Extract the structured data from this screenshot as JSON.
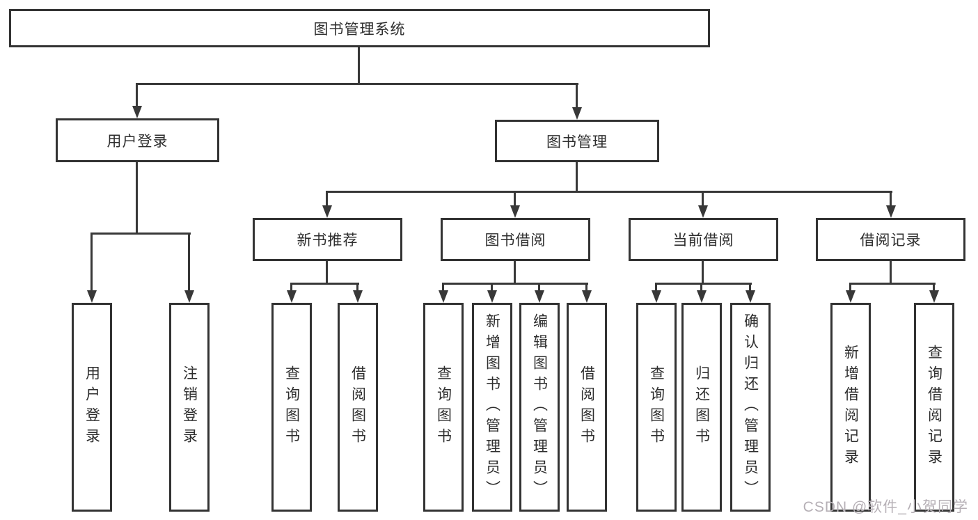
{
  "diagram": {
    "type": "hierarchy-tree",
    "root": {
      "label": "图书管理系统",
      "children": [
        {
          "label": "用户登录",
          "children": [
            {
              "label": "用户登录"
            },
            {
              "label": "注销登录"
            }
          ]
        },
        {
          "label": "图书管理",
          "children": [
            {
              "label": "新书推荐",
              "children": [
                {
                  "label": "查询图书"
                },
                {
                  "label": "借阅图书"
                }
              ]
            },
            {
              "label": "图书借阅",
              "children": [
                {
                  "label": "查询图书"
                },
                {
                  "label": "新增图书（管理员）"
                },
                {
                  "label": "编辑图书（管理员）"
                },
                {
                  "label": "借阅图书"
                }
              ]
            },
            {
              "label": "当前借阅",
              "children": [
                {
                  "label": "查询图书"
                },
                {
                  "label": "归还图书"
                },
                {
                  "label": "确认归还（管理员）"
                }
              ]
            },
            {
              "label": "借阅记录",
              "children": [
                {
                  "label": "新增借阅记录"
                },
                {
                  "label": "查询借阅记录"
                }
              ]
            }
          ]
        }
      ]
    }
  },
  "watermark": {
    "text": "CSDN @软件_小贺同学"
  },
  "colors": {
    "line": "#383838",
    "box_border": "#333333",
    "box_fill": "#ffffff",
    "text": "#2e2e2e",
    "watermark": "#b6b0b6",
    "background": "#ffffff"
  }
}
